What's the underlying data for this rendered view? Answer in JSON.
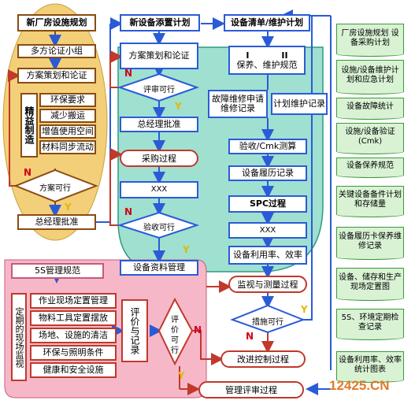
{
  "col1": {
    "title": "新厂房设施规划",
    "b1": "多方论证小组",
    "b2": "方案策划和论证",
    "lean": "精益制造",
    "items": [
      "环保要求",
      "减少搬运",
      "增值使用空间",
      "材料同步流动"
    ],
    "decision": "方案可行",
    "approve": "总经理批准",
    "n": "N",
    "y": "Y"
  },
  "col2": {
    "title": "新设备添置计划",
    "b1": "方案策划和论证",
    "review": "评审可行",
    "approve": "总经理批准",
    "purchase": "采购过程",
    "xxx": "XXX",
    "accept": "验收可行",
    "manage": "设备资料管理",
    "n": "N",
    "y": "Y"
  },
  "col3": {
    "title": "设备清单/维护计划",
    "roman1": "I",
    "roman2": "II",
    "b1": "保养、维护规范",
    "b2a": "故障维修申请维修记录",
    "b2b": "计划维护记录",
    "b3": "验收/Cmk测算",
    "b4": "设备履历记录",
    "b5": "SPC过程",
    "b6": "XXX",
    "b7": "设备利用率、效率",
    "monitor": "监视与测量过程",
    "measure": "措施可行",
    "improve": "改进控制过程",
    "mgmt": "管理评审过程",
    "n": "N",
    "y": "Y"
  },
  "col4": {
    "docs": [
      "厂房设施规划 设备采购计划",
      "设施/设备维护计划和应急计划",
      "设备故障统计",
      "设施/设备验证(Cmk)",
      "设备保养规范",
      "关键设备备件计划和存储量",
      "设备履历卡保养维修记录",
      "设备、储存和生产现场定置图",
      "5S、环境定期检查记录",
      "设备利用率、效率统计图表"
    ]
  },
  "bottom": {
    "title": "5S管理规范",
    "side": "定期的现场监视",
    "items": [
      "作业现场定置管理",
      "物料工具定置摆放",
      "场地、设施的清洁",
      "环保与照明条件",
      "健康和安全设施"
    ],
    "eval": "评价与记录",
    "evaldec": "评价可行",
    "n": "N",
    "y": "Y"
  },
  "watermark": "12425.CN"
}
